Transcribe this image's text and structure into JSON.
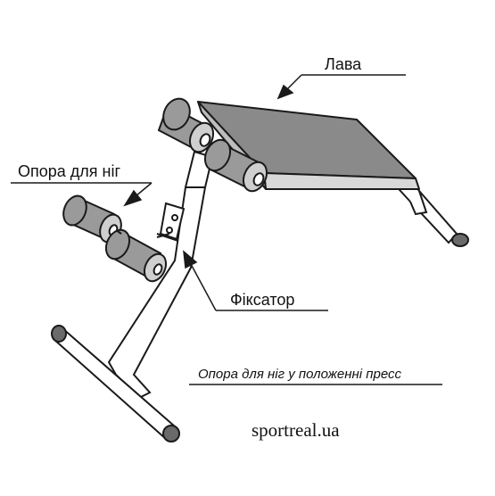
{
  "labels": {
    "bench": "Лава",
    "foot_support": "Опора для ніг",
    "lock": "Фіксатор",
    "caption": "Опора для ніг у положенні пресс",
    "watermark": "sportreal.ua"
  },
  "colors": {
    "line": "#1a1a1a",
    "bench_top": "#8a8a8a",
    "bench_side": "#d8d8d8",
    "pad": "#9a9a9a",
    "pad_end": "#cfcfcf",
    "frame": "#ffffff",
    "foot_cap": "#6a6a6a"
  }
}
